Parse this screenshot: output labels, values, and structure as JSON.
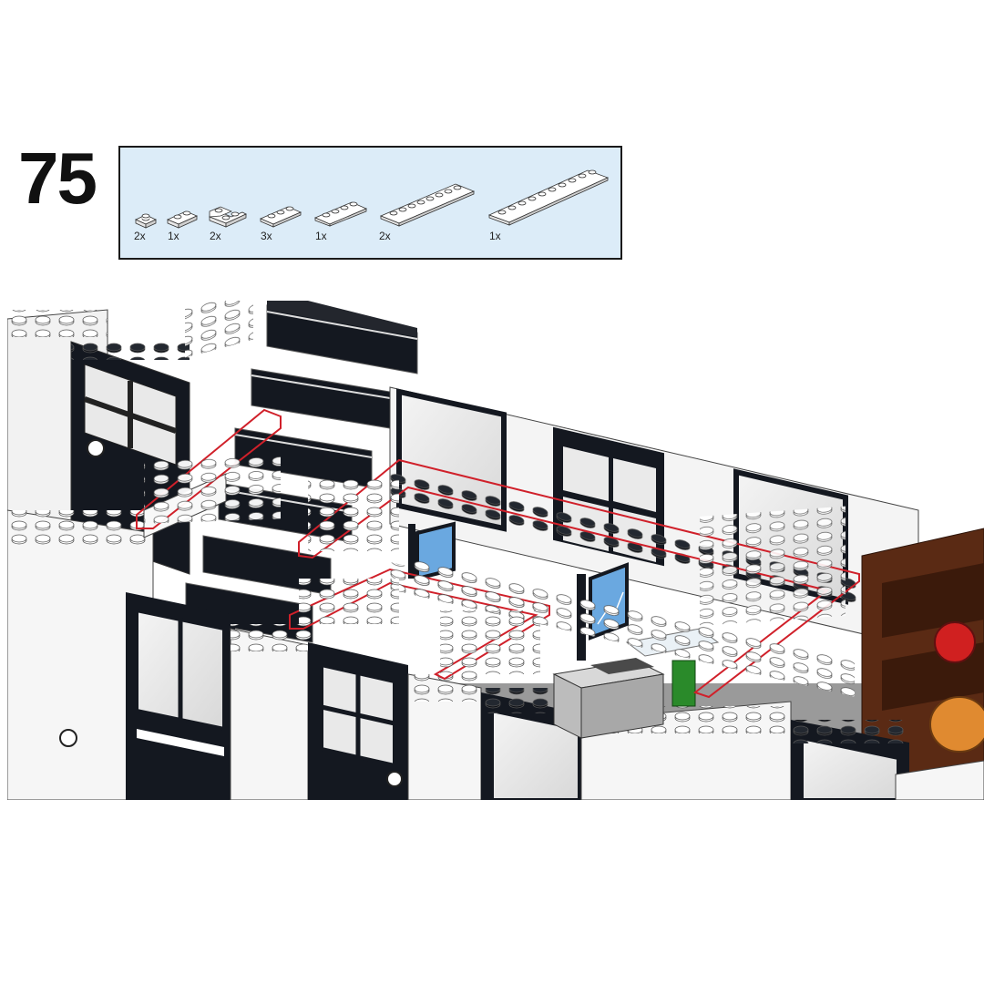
{
  "step": {
    "number": "75"
  },
  "parts_list": {
    "background": "#dcecf8",
    "parts": [
      {
        "name": "plate-1x1",
        "qty": "2x"
      },
      {
        "name": "plate-1x2",
        "qty": "1x"
      },
      {
        "name": "plate-2x2-corner",
        "qty": "2x"
      },
      {
        "name": "plate-1x3",
        "qty": "3x"
      },
      {
        "name": "plate-1x4",
        "qty": "1x"
      },
      {
        "name": "plate-1x8",
        "qty": "2x"
      },
      {
        "name": "plate-1x10",
        "qty": "1x"
      }
    ]
  },
  "colors": {
    "highlight": "#d0202a",
    "black": "#141820",
    "white": "#ffffff",
    "brown": "#5a2a14",
    "screen": "#6aa8e0"
  }
}
